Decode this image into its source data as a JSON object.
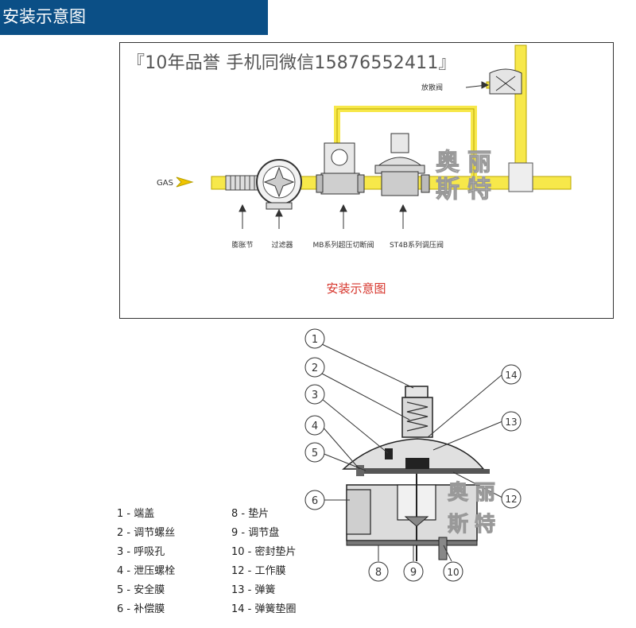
{
  "header": {
    "title": "安装示意图"
  },
  "promo_text": "『10年品誉 手机同微信15876552411』",
  "install_diagram": {
    "gas_label": "GAS",
    "vent_valve_label": "放散阀",
    "caption": "安装示意图",
    "components": [
      {
        "label": "膨胀节"
      },
      {
        "label": "过滤器"
      },
      {
        "label": "MB系列超压切断阀"
      },
      {
        "label": "ST4B系列调压阀"
      }
    ],
    "watermark": {
      "line1": "奥丽",
      "line2": "斯特"
    }
  },
  "section_diagram": {
    "callouts": [
      "1",
      "2",
      "3",
      "4",
      "5",
      "6",
      "8",
      "9",
      "10",
      "12",
      "13",
      "14"
    ],
    "watermark": {
      "line1": "奥丽",
      "line2": "斯特"
    }
  },
  "legend": {
    "left": [
      "1 - 端盖",
      "2 - 调节螺丝",
      "3 - 呼吸孔",
      "4 - 泄压螺栓",
      "5 - 安全膜",
      "6 - 补偿膜"
    ],
    "right": [
      "8 - 垫片",
      "9 - 调节盘",
      "10 - 密封垫片",
      "12 - 工作膜",
      "13 - 弹簧",
      "14 - 弹簧垫圈"
    ]
  }
}
